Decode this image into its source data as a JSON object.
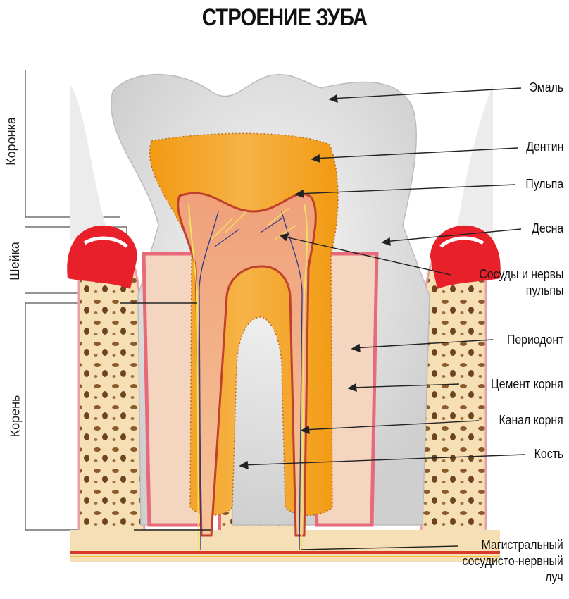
{
  "title": "СТРОЕНИЕ ЗУБА",
  "sections": {
    "crown": "Коронка",
    "neck": "Шейка",
    "root": "Корень"
  },
  "labels": {
    "enamel": "Эмаль",
    "dentin": "Дентин",
    "pulp": "Пульпа",
    "gum": "Десна",
    "vessels_1": "Сосуды и нервы",
    "vessels_2": "пульпы",
    "periodont": "Периодонт",
    "cement": "Цемент корня",
    "canal": "Канал корня",
    "bone": "Кость",
    "bundle_1": "Магистральный",
    "bundle_2": "сосудисто-нервный",
    "bundle_3": "луч"
  },
  "colors": {
    "enamel": "#e6e6e6",
    "dentin": "#f5a623",
    "dentin_light": "#f7c97a",
    "pulp": "#f3b08a",
    "gum": "#e8202a",
    "bone": "#f6dfb4",
    "bone_spots": "#8a5a2b",
    "periodont": "#e86a7a",
    "nerve": "#f0e060",
    "vessel": "#2a3a8c"
  }
}
